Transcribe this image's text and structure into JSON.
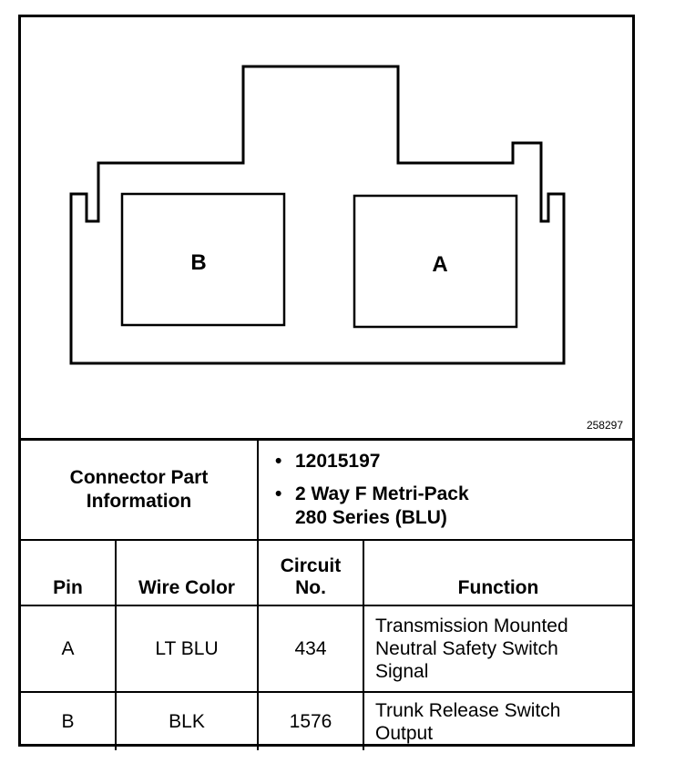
{
  "diagram": {
    "pin_b_label": "B",
    "pin_a_label": "A",
    "figure_id": "258297"
  },
  "connector": {
    "label_line1": "Connector Part",
    "label_line2": "Information",
    "part_number": "12015197",
    "description_line1": "2 Way F Metri-Pack",
    "description_line2": "280 Series (BLU)",
    "bullet": "•"
  },
  "table": {
    "headers": {
      "pin": "Pin",
      "wire_color": "Wire Color",
      "circuit_line1": "Circuit",
      "circuit_line2": "No.",
      "function": "Function"
    },
    "rows": [
      {
        "pin": "A",
        "wire_color": "LT BLU",
        "circuit": "434",
        "function_line1": "Transmission Mounted",
        "function_line2": "Neutral Safety Switch",
        "function_line3": "Signal"
      },
      {
        "pin": "B",
        "wire_color": "BLK",
        "circuit": "1576",
        "function_line1": "Trunk Release Switch",
        "function_line2": "Output"
      }
    ]
  }
}
